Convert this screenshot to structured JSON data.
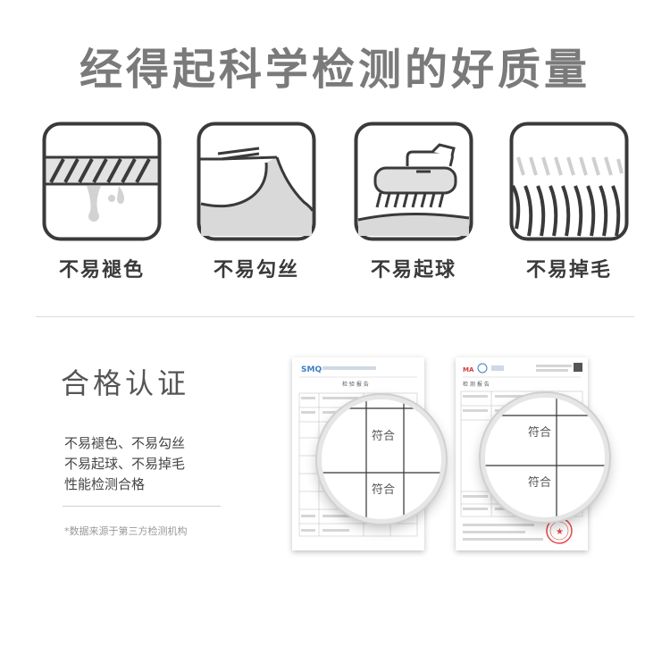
{
  "title": "经得起科学检测的好质量",
  "features": [
    {
      "label": "不易褪色",
      "icon": "rope-fading-icon"
    },
    {
      "label": "不易勾丝",
      "icon": "fabric-snag-icon"
    },
    {
      "label": "不易起球",
      "icon": "brush-pilling-icon"
    },
    {
      "label": "不易掉毛",
      "icon": "hair-shedding-icon"
    }
  ],
  "certification": {
    "title": "合格认证",
    "lines": [
      "不易褪色、不易勾丝",
      "不易起球、不易掉毛",
      "性能检测合格"
    ],
    "note": "*数据来源于第三方检测机构"
  },
  "reports": [
    {
      "logo": "SMQ",
      "heading": "检 验 报 告",
      "pass_top": "符合",
      "pass_bottom": "符合"
    },
    {
      "logo": "MA",
      "heading": "检 测 报 告",
      "pass_top": "符合",
      "pass_bottom": "符合"
    }
  ],
  "colors": {
    "title": "#7a7a7a",
    "icon_stroke": "#3a3a3a",
    "icon_fill": "#d9d9d9",
    "stamp": "#e04848"
  }
}
